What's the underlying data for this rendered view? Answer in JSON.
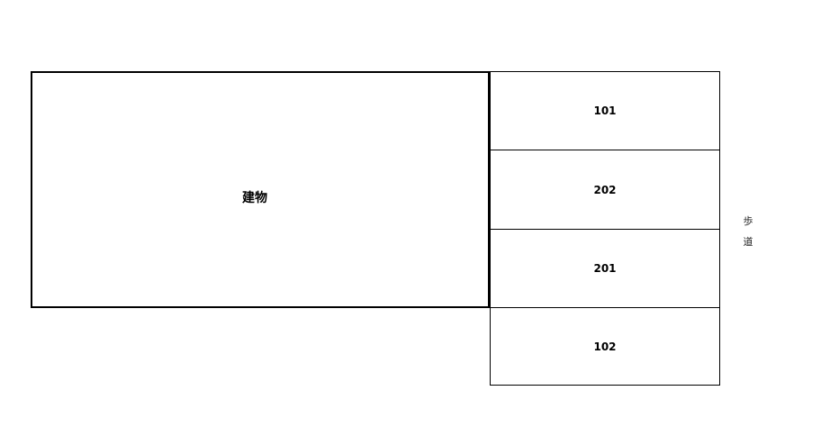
{
  "building": {
    "label": "建物"
  },
  "parking_spaces": [
    {
      "number": "101"
    },
    {
      "number": "202"
    },
    {
      "number": "201"
    },
    {
      "number": "102"
    }
  ],
  "sidewalk": {
    "chars": [
      "歩",
      "道"
    ]
  }
}
